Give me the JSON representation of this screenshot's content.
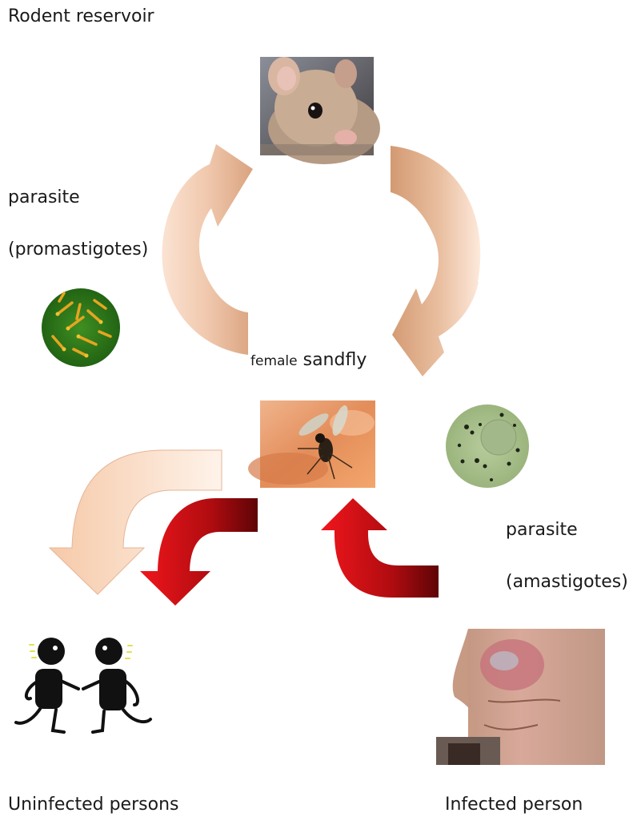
{
  "labels": {
    "rodent_reservoir": "Rodent reservoir",
    "parasite_left": "parasite",
    "promastigotes": "(promastigotes)",
    "female_sandfly_prefix": "female",
    "female_sandfly_word": "sandfly",
    "parasite_right": "parasite",
    "amastigotes": "(amastigotes)",
    "uninfected_persons": "Uninfected persons",
    "infected_person": "Infected person"
  },
  "images": {
    "rodent": "rodent-photo",
    "promastigotes": "promastigote-micrograph",
    "sandfly": "sandfly-photo",
    "amastigotes": "amastigote-micrograph",
    "uninfected_persons": "stick-figures-clipart",
    "infected_person": "skin-lesion-photo"
  },
  "colors": {
    "peach_arrow_light": "#fbe3d2",
    "peach_arrow_dark": "#d9a37f",
    "red_arrow_light": "#e8141b",
    "red_arrow_dark": "#6e0608",
    "promastigote_bg": "#2f7d1c",
    "promastigote_parasite": "#e6a520",
    "amastigote_bg": "#a9bf8c"
  }
}
